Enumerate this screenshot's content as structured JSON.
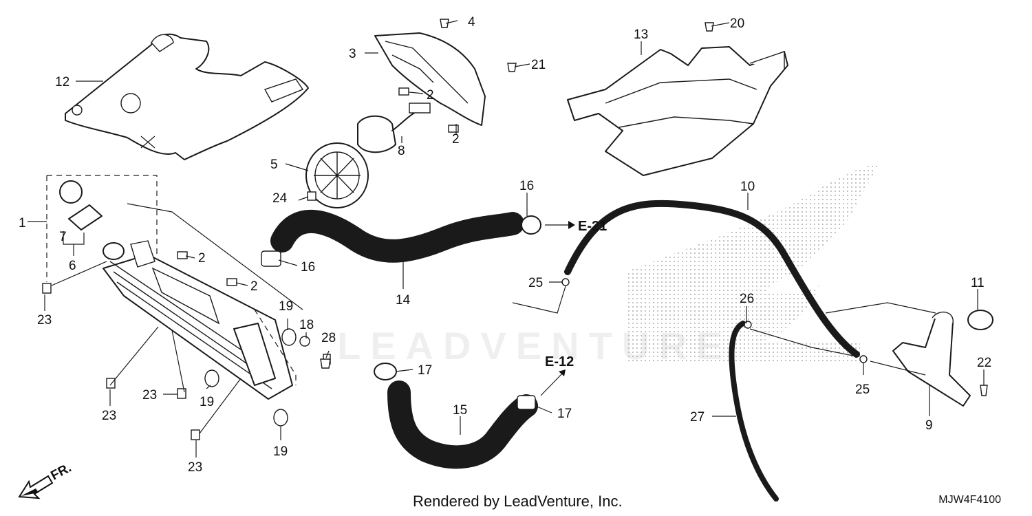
{
  "footer": {
    "credit": "Rendered by LeadVenture, Inc.",
    "diagram_code": "MJW4F4100"
  },
  "watermark": {
    "text": "LEADVENTURE"
  },
  "direction": {
    "label": "FR."
  },
  "references": [
    {
      "id": "e21",
      "label": "E-21"
    },
    {
      "id": "e12",
      "label": "E-12"
    }
  ],
  "callouts": [
    {
      "id": "c1",
      "label": "1"
    },
    {
      "id": "c2a",
      "label": "2"
    },
    {
      "id": "c2b",
      "label": "2"
    },
    {
      "id": "c2c",
      "label": "2"
    },
    {
      "id": "c2d",
      "label": "2"
    },
    {
      "id": "c3",
      "label": "3"
    },
    {
      "id": "c4",
      "label": "4"
    },
    {
      "id": "c5",
      "label": "5"
    },
    {
      "id": "c6",
      "label": "6"
    },
    {
      "id": "c7",
      "label": "7"
    },
    {
      "id": "c8",
      "label": "8"
    },
    {
      "id": "c9",
      "label": "9"
    },
    {
      "id": "c10",
      "label": "10"
    },
    {
      "id": "c11",
      "label": "11"
    },
    {
      "id": "c12",
      "label": "12"
    },
    {
      "id": "c13",
      "label": "13"
    },
    {
      "id": "c14",
      "label": "14"
    },
    {
      "id": "c15",
      "label": "15"
    },
    {
      "id": "c16a",
      "label": "16"
    },
    {
      "id": "c16b",
      "label": "16"
    },
    {
      "id": "c17a",
      "label": "17"
    },
    {
      "id": "c17b",
      "label": "17"
    },
    {
      "id": "c18",
      "label": "18"
    },
    {
      "id": "c19a",
      "label": "19"
    },
    {
      "id": "c19b",
      "label": "19"
    },
    {
      "id": "c19c",
      "label": "19"
    },
    {
      "id": "c20",
      "label": "20"
    },
    {
      "id": "c21",
      "label": "21"
    },
    {
      "id": "c22",
      "label": "22"
    },
    {
      "id": "c23a",
      "label": "23"
    },
    {
      "id": "c23b",
      "label": "23"
    },
    {
      "id": "c23c",
      "label": "23"
    },
    {
      "id": "c23d",
      "label": "23"
    },
    {
      "id": "c24",
      "label": "24"
    },
    {
      "id": "c25a",
      "label": "25"
    },
    {
      "id": "c25b",
      "label": "25"
    },
    {
      "id": "c26",
      "label": "26"
    },
    {
      "id": "c27",
      "label": "27"
    },
    {
      "id": "c28",
      "label": "28"
    }
  ]
}
